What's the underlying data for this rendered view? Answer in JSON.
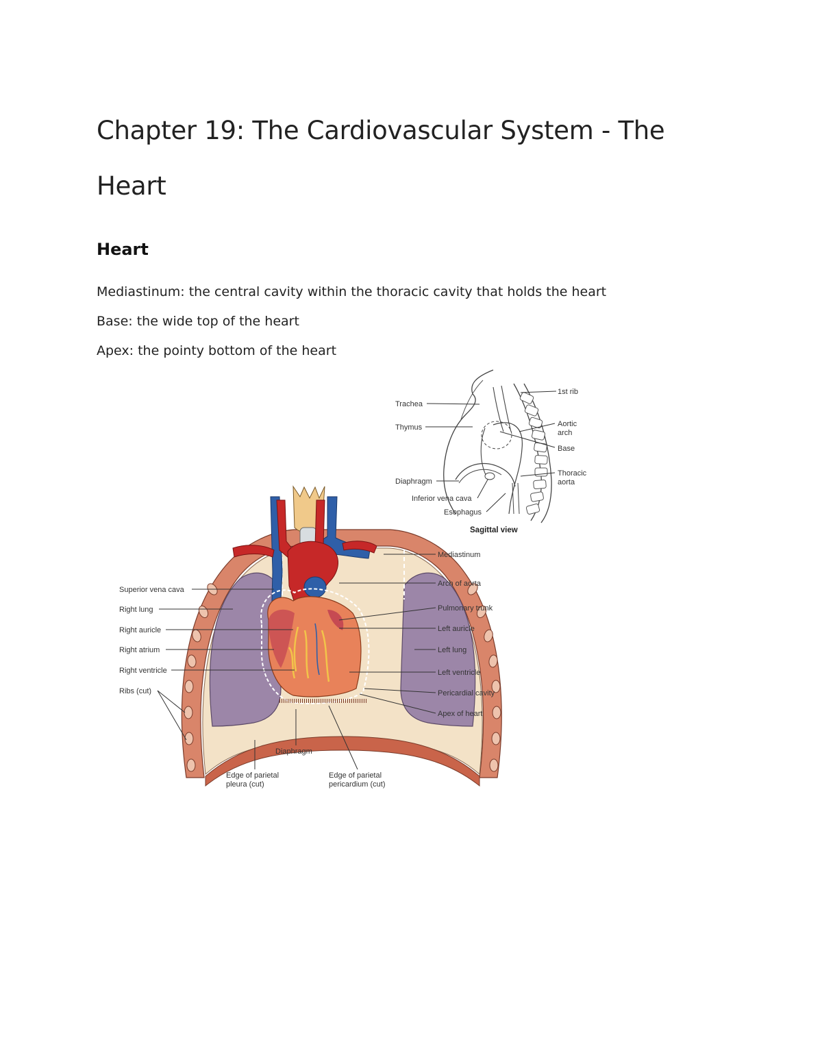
{
  "title_line1": "Chapter 19: The Cardiovascular System - The",
  "title_line2": "Heart",
  "section_heading": "Heart",
  "definitions": [
    "Mediastinum: the central cavity within the thoracic cavity that holds the heart",
    "Base: the wide top of the heart",
    "Apex: the pointy bottom of the heart"
  ],
  "figure": {
    "sagittal": {
      "caption": "Sagittal view",
      "labels_left": [
        "Trachea",
        "Thymus",
        "Diaphragm",
        "Inferior vena cava",
        "Esophagus"
      ],
      "labels_right": [
        "1st rib",
        "Aortic",
        "arch",
        "Base",
        "Thoracic",
        "aorta"
      ]
    },
    "frontal": {
      "labels_left": [
        "Superior vena cava",
        "Right lung",
        "Right auricle",
        "Right atrium",
        "Right ventricle",
        "Ribs (cut)"
      ],
      "labels_right": [
        "Mediastinum",
        "Arch of aorta",
        "Pulmonary trunk",
        "Left auricle",
        "Left lung",
        "Left ventricle",
        "Pericardial cavity",
        "Apex of heart"
      ],
      "labels_bottom": [
        "Diaphragm",
        "Edge of parietal",
        "pleura (cut)",
        "Edge of parietal",
        "pericardium (cut)"
      ]
    },
    "colors": {
      "artery_red": "#c62828",
      "vein_blue": "#2f5fa8",
      "lung_purple": "#9c86a8",
      "heart_orange": "#e8825a",
      "rib_tan": "#d9856a",
      "pleura_cream": "#f3e2c7"
    }
  }
}
